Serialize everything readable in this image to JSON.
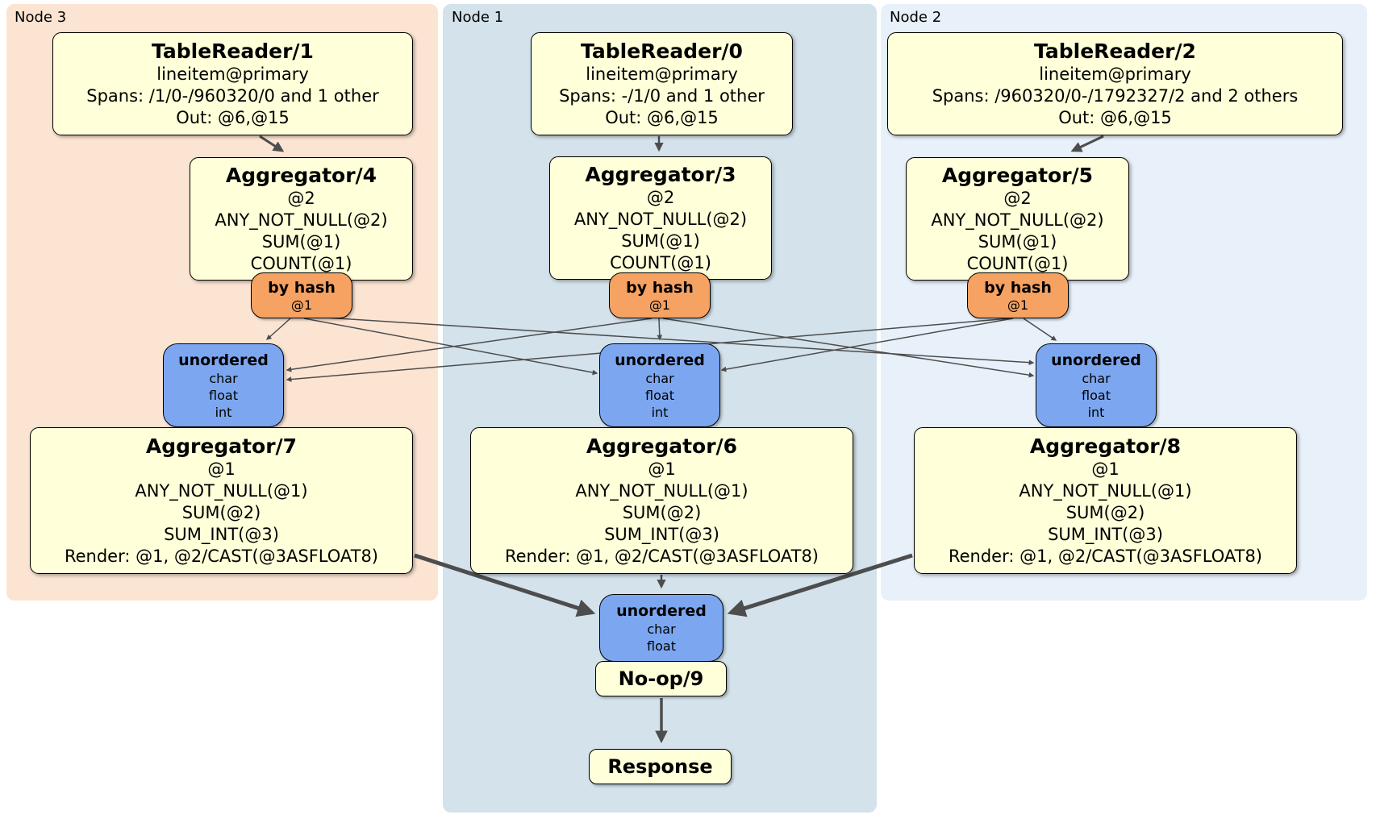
{
  "colors": {
    "node3_bg": "#fce4d3",
    "node1_bg": "#d3e2eb",
    "node2_bg": "#e8f0fa",
    "box_bg": "#ffffd9",
    "router_bg": "#f5a263",
    "sync_bg": "#7ca7f0",
    "edge": "#4d4d4d"
  },
  "nodes": [
    {
      "label": "Node 3",
      "table_reader": {
        "title": "TableReader/1",
        "lines": [
          "lineitem@primary",
          "Spans: /1/0-/960320/0 and 1 other",
          "Out: @6,@15"
        ]
      },
      "agg_top": {
        "title": "Aggregator/4",
        "lines": [
          "@2",
          "ANY_NOT_NULL(@2)",
          "SUM(@1)",
          "COUNT(@1)"
        ]
      },
      "router": {
        "title": "by hash",
        "detail": "@1"
      },
      "sync": {
        "title": "unordered",
        "items": [
          "char",
          "float",
          "int"
        ]
      },
      "agg_bottom": {
        "title": "Aggregator/7",
        "lines": [
          "@1",
          "ANY_NOT_NULL(@1)",
          "SUM(@2)",
          "SUM_INT(@3)",
          "Render: @1, @2/CAST(@3ASFLOAT8)"
        ]
      }
    },
    {
      "label": "Node 1",
      "table_reader": {
        "title": "TableReader/0",
        "lines": [
          "lineitem@primary",
          "Spans: -/1/0 and 1 other",
          "Out: @6,@15"
        ]
      },
      "agg_top": {
        "title": "Aggregator/3",
        "lines": [
          "@2",
          "ANY_NOT_NULL(@2)",
          "SUM(@1)",
          "COUNT(@1)"
        ]
      },
      "router": {
        "title": "by hash",
        "detail": "@1"
      },
      "sync": {
        "title": "unordered",
        "items": [
          "char",
          "float",
          "int"
        ]
      },
      "agg_bottom": {
        "title": "Aggregator/6",
        "lines": [
          "@1",
          "ANY_NOT_NULL(@1)",
          "SUM(@2)",
          "SUM_INT(@3)",
          "Render: @1, @2/CAST(@3ASFLOAT8)"
        ]
      }
    },
    {
      "label": "Node 2",
      "table_reader": {
        "title": "TableReader/2",
        "lines": [
          "lineitem@primary",
          "Spans: /960320/0-/1792327/2 and 2 others",
          "Out: @6,@15"
        ]
      },
      "agg_top": {
        "title": "Aggregator/5",
        "lines": [
          "@2",
          "ANY_NOT_NULL(@2)",
          "SUM(@1)",
          "COUNT(@1)"
        ]
      },
      "router": {
        "title": "by hash",
        "detail": "@1"
      },
      "sync": {
        "title": "unordered",
        "items": [
          "char",
          "float",
          "int"
        ]
      },
      "agg_bottom": {
        "title": "Aggregator/8",
        "lines": [
          "@1",
          "ANY_NOT_NULL(@1)",
          "SUM(@2)",
          "SUM_INT(@3)",
          "Render: @1, @2/CAST(@3ASFLOAT8)"
        ]
      }
    }
  ],
  "final": {
    "sync": {
      "title": "unordered",
      "items": [
        "char",
        "float"
      ]
    },
    "noop_label": "No-op/9",
    "response_label": "Response"
  }
}
